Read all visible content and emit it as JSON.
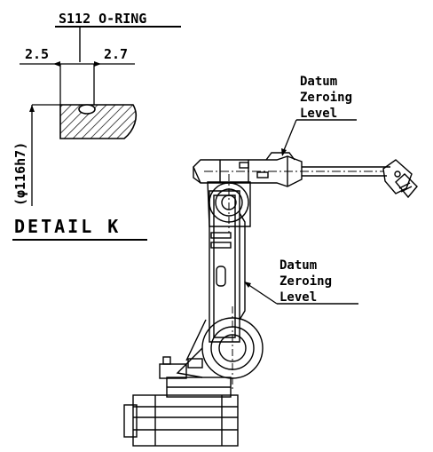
{
  "detail": {
    "oring_label": "S112 O-RING",
    "dim_left": "2.5",
    "dim_right": "2.7",
    "diameter_label": "(φ116h7)",
    "title": "DETAIL K"
  },
  "callouts": {
    "upper": {
      "line1": "Datum",
      "line2": "Zeroing",
      "line3": "Level"
    },
    "lower": {
      "line1": "Datum",
      "line2": "Zeroing",
      "line3": "Level"
    }
  },
  "colors": {
    "ink": "#000000",
    "paper": "#ffffff"
  }
}
